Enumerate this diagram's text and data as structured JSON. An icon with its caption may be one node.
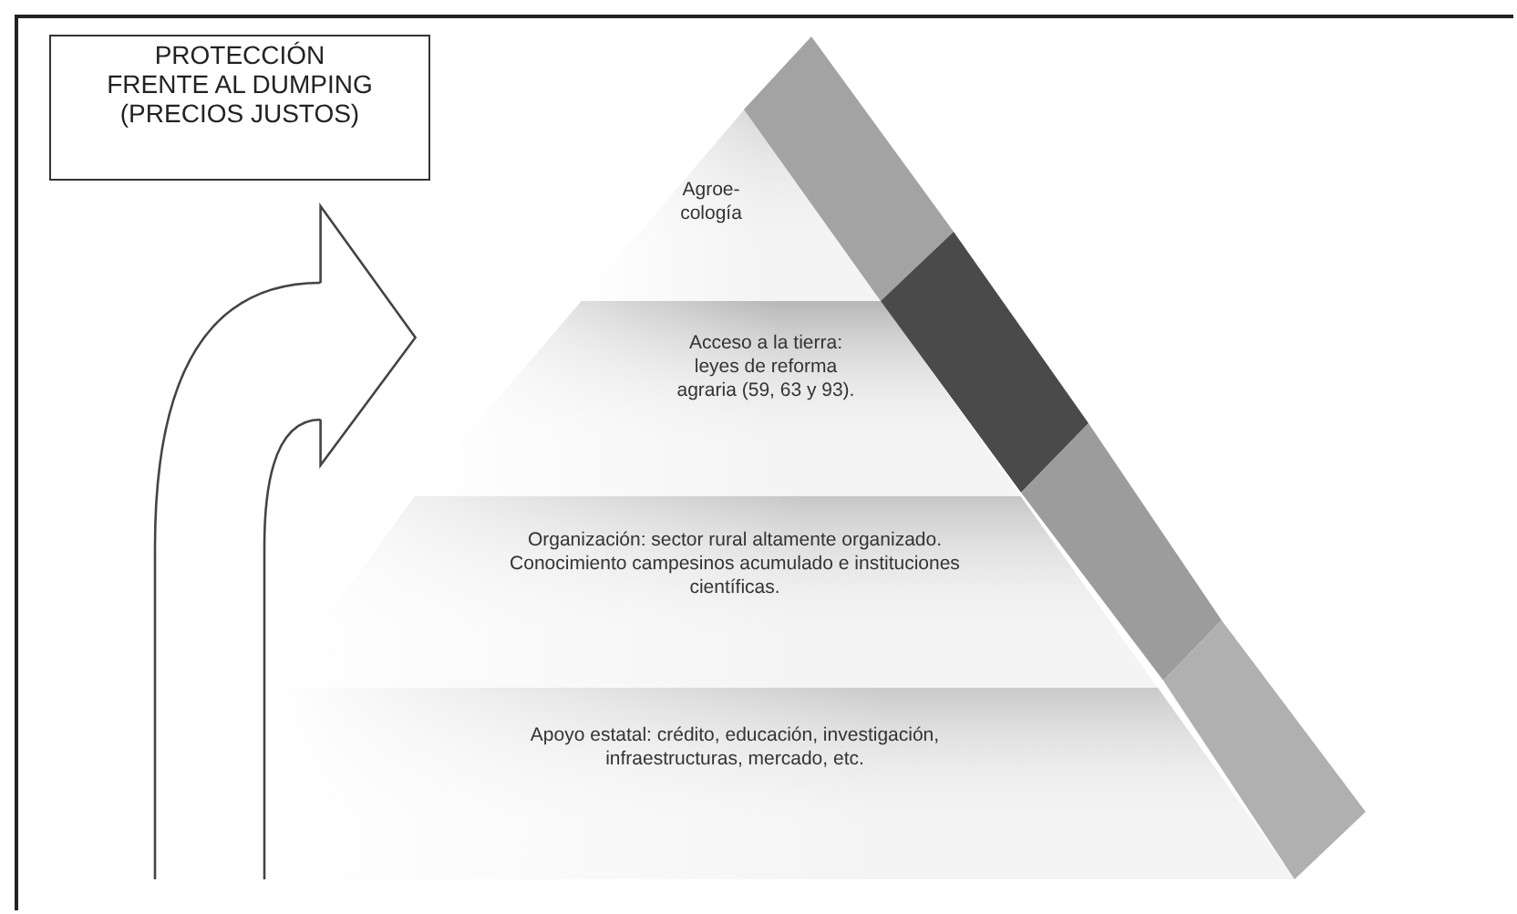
{
  "diagram": {
    "nodes": [
      {
        "text": [
          "PROTECCIÓN FRENTE AL DUMPING (PRECIOS JUSTOS)"
        ]
      },
      {
        "text": [
          "Agroe- cología"
        ]
      },
      {
        "text": [
          "Acceso a la tierra: leyes de reforma agraria (59, 63 y 93)."
        ]
      },
      {
        "text": [
          "Organización: sector rural altamente organizado. Conocimiento campesinos acumulado e instituciones científicas."
        ]
      },
      {
        "text": [
          "Apoyo estatal: crédito, educación, investigación, infraestructuras, mercado, etc."
        ]
      }
    ],
    "edges": [
      {
        "from": null,
        "to": 2,
        "arrow": "to"
      }
    ]
  }
}
